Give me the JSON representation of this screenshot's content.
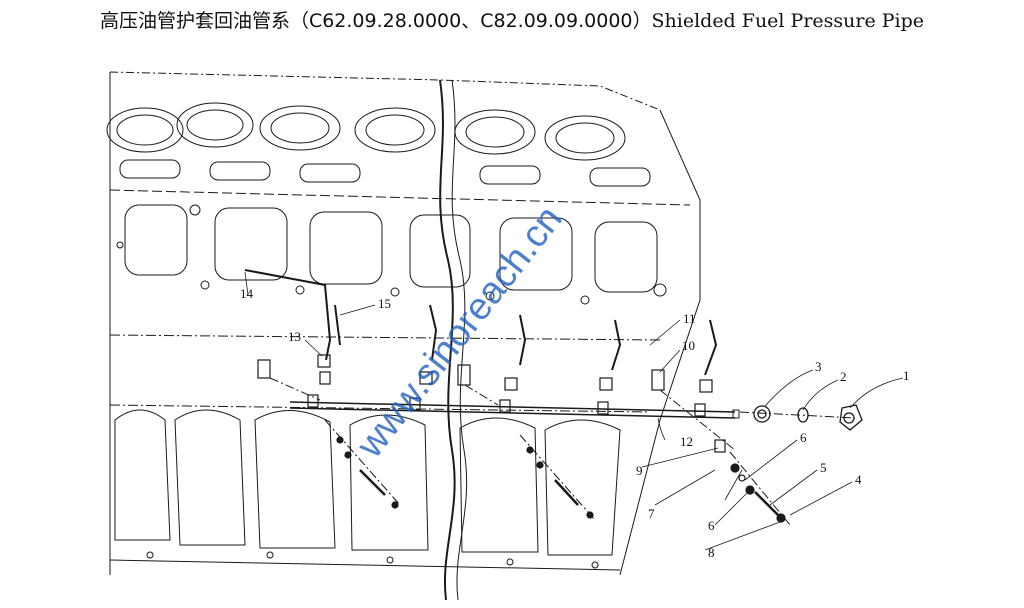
{
  "title": {
    "cn": "高压油管护套回油管系（C62.09.28.0000、C82.09.09.0000）",
    "en": "Shielded Fuel Pressure Pipe"
  },
  "watermark": "www.sinoreach.cn",
  "colors": {
    "line": "#1a1a1a",
    "watermark": "#1f5fbf",
    "background": "#ffffff"
  },
  "callouts": [
    {
      "id": "c1",
      "label": "1"
    },
    {
      "id": "c2",
      "label": "2"
    },
    {
      "id": "c3",
      "label": "3"
    },
    {
      "id": "c4",
      "label": "4"
    },
    {
      "id": "c5",
      "label": "5"
    },
    {
      "id": "c6a",
      "label": "6"
    },
    {
      "id": "c6b",
      "label": "6"
    },
    {
      "id": "c7",
      "label": "7"
    },
    {
      "id": "c8",
      "label": "8"
    },
    {
      "id": "c9",
      "label": "9"
    },
    {
      "id": "c10",
      "label": "10"
    },
    {
      "id": "c11",
      "label": "11"
    },
    {
      "id": "c12",
      "label": "12"
    },
    {
      "id": "c13",
      "label": "13"
    },
    {
      "id": "c14",
      "label": "14"
    },
    {
      "id": "c15",
      "label": "15"
    }
  ]
}
